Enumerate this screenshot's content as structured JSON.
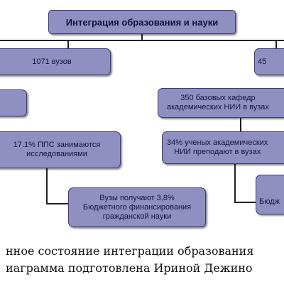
{
  "diagram": {
    "title": "Интеграция образования и науки",
    "left_branch": {
      "top": "1071 вузов",
      "mid": "",
      "research": "17.1% ППС занимаются\nисследованиями",
      "funding": "Вузы получают 3,8%\nБюджетного финансирования\nгражданской науки"
    },
    "right_branch": {
      "top": "45",
      "chairs": "350 базовых кафедр\nакадемических НИИ в вузах",
      "teachers": "34% ученых академических\nНИИ преподают в вузах",
      "funding": "Бюдж"
    }
  },
  "caption": {
    "line1": "нное состояние интеграции образования",
    "line2": "иаграмма подготовлена Ириной Дежино"
  }
}
